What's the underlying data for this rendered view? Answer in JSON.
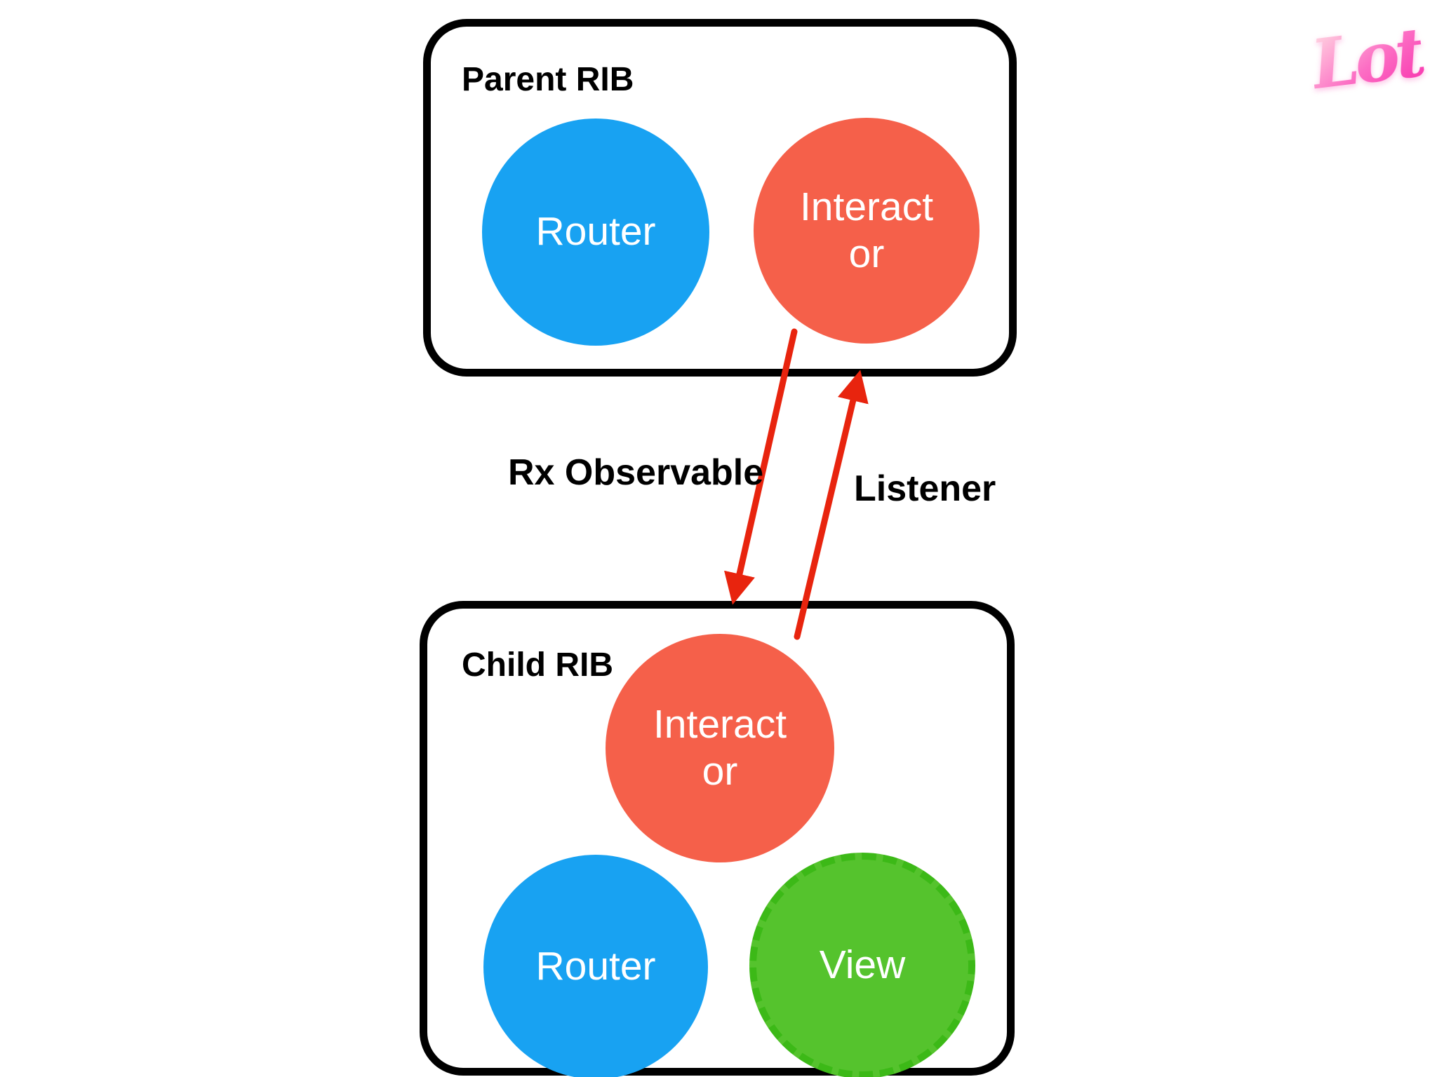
{
  "logo": {
    "text": "Lot",
    "color": "#fa47b6"
  },
  "diagram": {
    "parent_rib": {
      "label": "Parent RIB",
      "router": {
        "label": "Router",
        "color": "#18a2f2",
        "shape": "circle"
      },
      "interactor": {
        "lines": [
          "Interact",
          "or"
        ],
        "color": "#f5604a",
        "shape": "circle"
      }
    },
    "child_rib": {
      "label": "Child RIB",
      "interactor": {
        "lines": [
          "Interact",
          "or"
        ],
        "color": "#f5604a",
        "shape": "circle"
      },
      "router": {
        "label": "Router",
        "color": "#18a2f2",
        "shape": "circle"
      },
      "view": {
        "label": "View",
        "color": "#55c32d",
        "border_style": "dashed",
        "shape": "circle"
      }
    },
    "edges": {
      "rx_observable": {
        "label": "Rx Observable",
        "from": "parent-interactor",
        "to": "child-interactor",
        "direction": "down",
        "color": "#e8240e"
      },
      "listener": {
        "label": "Listener",
        "from": "child-interactor",
        "to": "parent-interactor",
        "direction": "up",
        "color": "#e8240e"
      }
    },
    "box_border_color": "#000000",
    "background": "#ffffff"
  }
}
